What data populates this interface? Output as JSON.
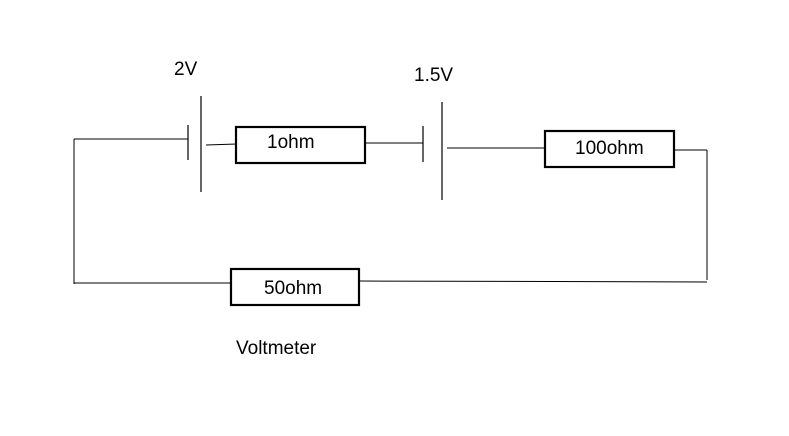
{
  "battery_left": {
    "voltage": "2V"
  },
  "battery_right": {
    "voltage": "1.5V"
  },
  "resistor_top_left": {
    "label": "1ohm"
  },
  "resistor_top_right": {
    "label": "100ohm"
  },
  "resistor_bottom": {
    "label": "50ohm"
  },
  "caption": "Voltmeter"
}
